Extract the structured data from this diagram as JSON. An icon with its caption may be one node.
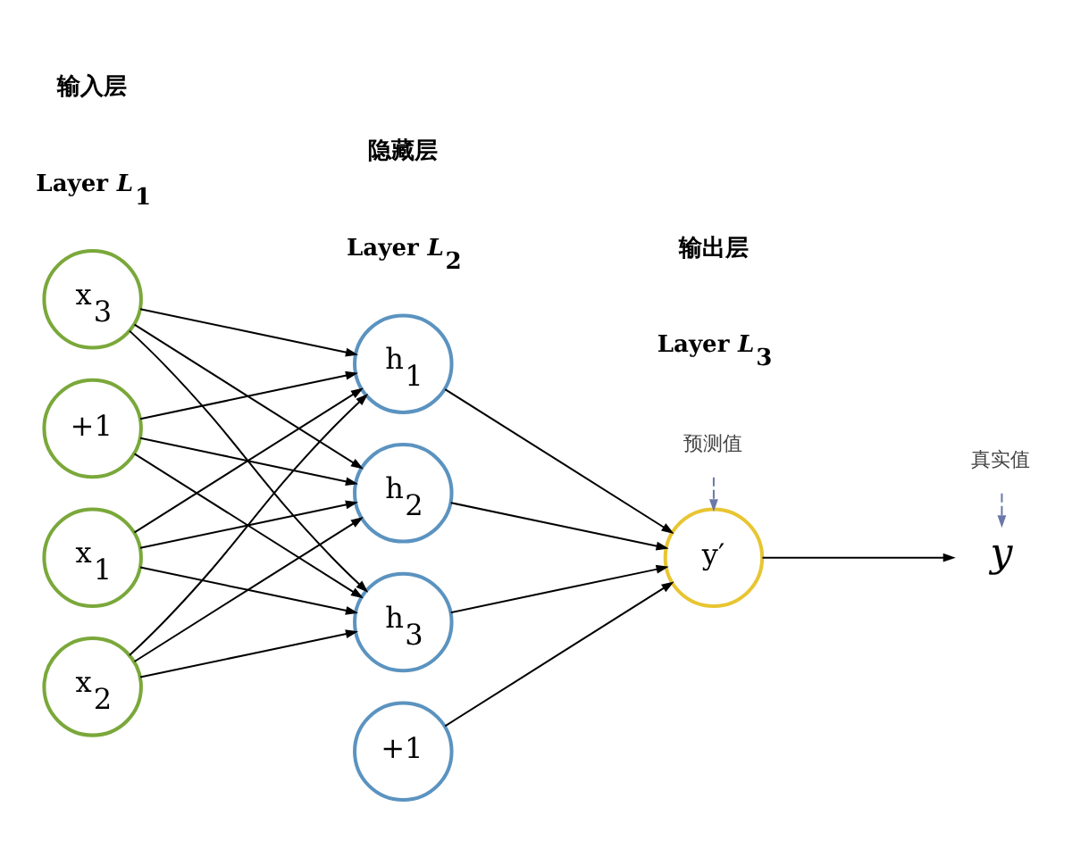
{
  "diagram": {
    "nodes": [
      {
        "text": [
          "x$_{1}$"
        ]
      },
      {
        "text": [
          "x$_{2}$"
        ]
      },
      {
        "text": [
          "x$_{3}$"
        ]
      },
      {
        "text": [
          "+1"
        ]
      },
      {
        "text": [
          "h$_{1}$"
        ]
      },
      {
        "text": [
          "h$_{2}$"
        ]
      },
      {
        "text": [
          "h$_{3}$"
        ]
      },
      {
        "text": [
          "+1"
        ]
      },
      {
        "text": [
          "y′"
        ]
      },
      {
        "text": [
          "*y*"
        ]
      },
      {
        "text": [
          "预测值"
        ]
      },
      {
        "text": [
          "真实值"
        ]
      }
    ],
    "edges": [
      {
        "from": 0,
        "to": 4,
        "arrow": "to"
      },
      {
        "from": 0,
        "to": 5,
        "arrow": "to"
      },
      {
        "from": 0,
        "to": 6,
        "arrow": "to"
      },
      {
        "from": 1,
        "to": 4,
        "arrow": "to"
      },
      {
        "from": 1,
        "to": 5,
        "arrow": "to"
      },
      {
        "from": 1,
        "to": 6,
        "arrow": "to"
      },
      {
        "from": 2,
        "to": 4,
        "arrow": "to"
      },
      {
        "from": 2,
        "to": 5,
        "arrow": "to"
      },
      {
        "from": 2,
        "to": 6,
        "arrow": "to"
      },
      {
        "from": 3,
        "to": 4,
        "arrow": "to"
      },
      {
        "from": 3,
        "to": 5,
        "arrow": "to"
      },
      {
        "from": 3,
        "to": 6,
        "arrow": "to"
      },
      {
        "from": 4,
        "to": 8,
        "arrow": "to"
      },
      {
        "from": 5,
        "to": 8,
        "arrow": "to"
      },
      {
        "from": 6,
        "to": 8,
        "arrow": "to"
      },
      {
        "from": 7,
        "to": 8,
        "arrow": "to"
      },
      {
        "from": 8,
        "to": 9,
        "arrow": "to"
      },
      {
        "from": 10,
        "to": 8,
        "arrow": "to",
        "style": "dashed",
        "color": "#6b78a8"
      },
      {
        "from": 11,
        "to": 9,
        "arrow": "to",
        "style": "dashed",
        "color": "#6b78a8"
      }
    ],
    "labels": [
      "Layer *L*$_{1}$",
      "输入层",
      "Layer *L*$_{2}$",
      "隐藏层",
      "Layer *L*$_{3}$",
      "输出层"
    ]
  }
}
